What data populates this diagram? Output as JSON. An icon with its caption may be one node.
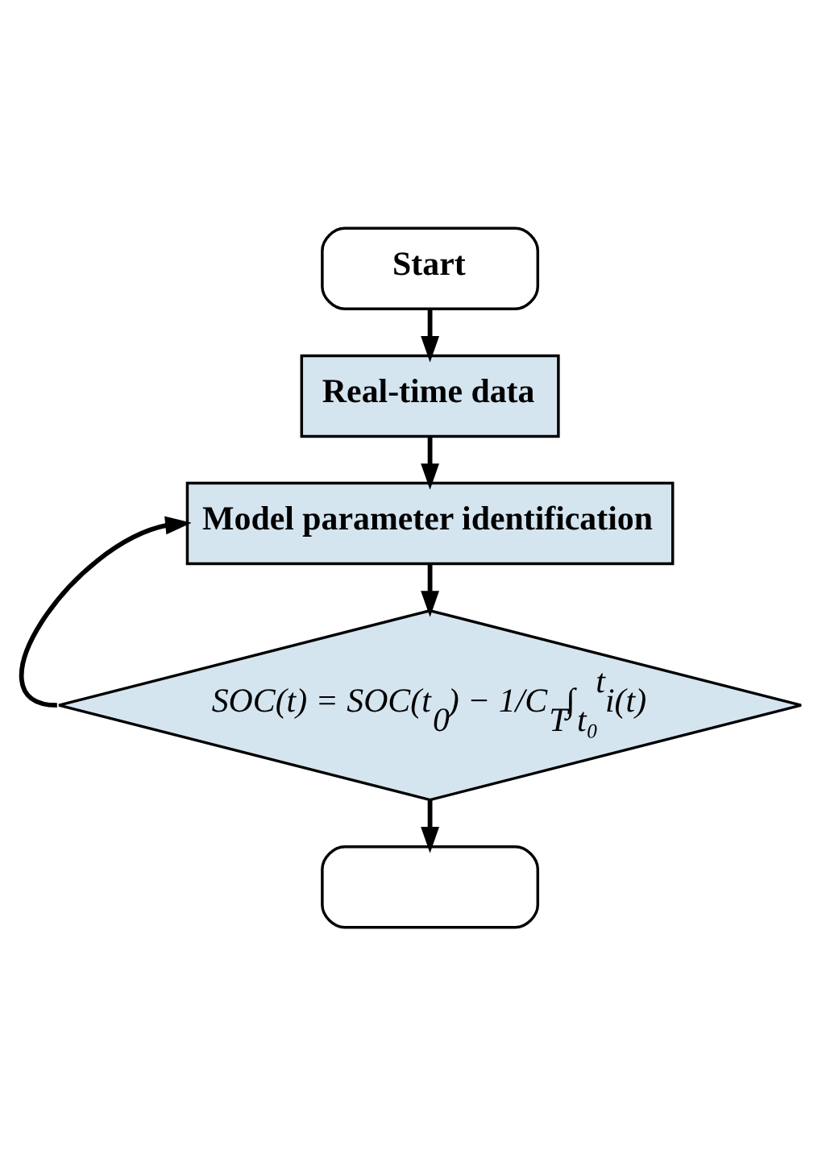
{
  "diagram": {
    "nodes": [
      {
        "text": [
          "Start"
        ]
      },
      {
        "text": [
          "Real-time data"
        ]
      },
      {
        "text": [
          "Model parameter identification"
        ]
      },
      {
        "text": [
          "SOC(t) = SOC(t$_{0}$) − 1/C$_{T}$∫$_{t₀}$$^{t}$i(t)"
        ]
      },
      {
        "text": [],
        "shape": "box"
      }
    ],
    "edges": [
      {
        "from": 0,
        "to": 1,
        "arrow": "to"
      },
      {
        "from": 1,
        "to": 2,
        "arrow": "to"
      },
      {
        "from": 2,
        "to": 3,
        "arrow": "to"
      },
      {
        "from": 3,
        "to": 2,
        "arrow": "to"
      },
      {
        "from": 3,
        "to": 4,
        "arrow": "to"
      }
    ]
  }
}
